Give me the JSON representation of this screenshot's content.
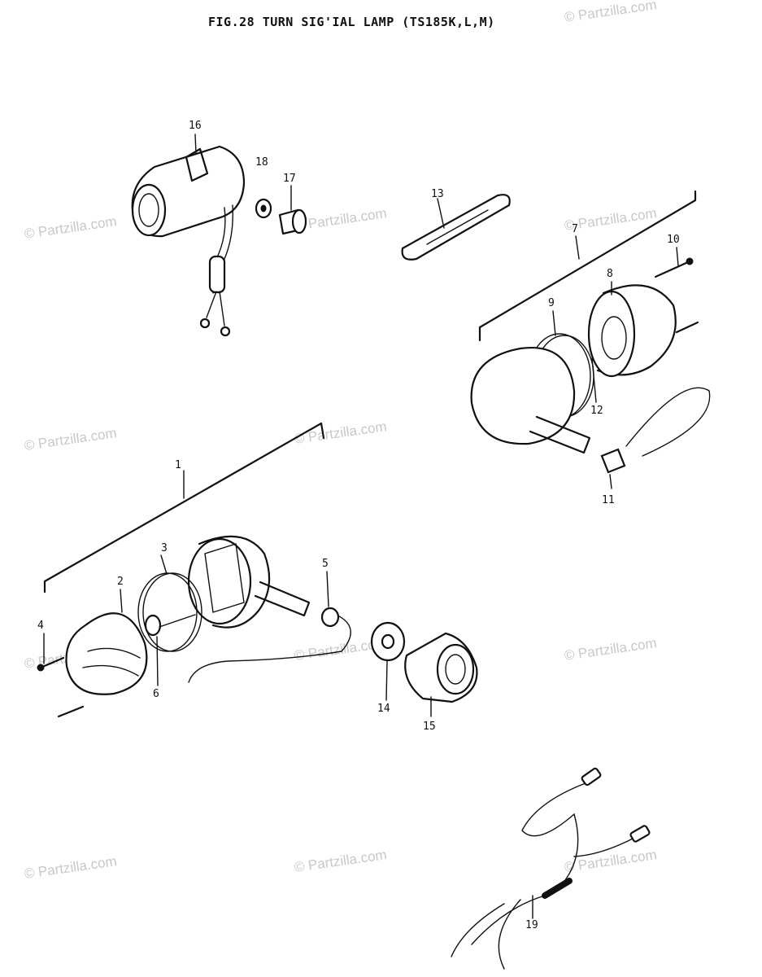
{
  "title": "FIG.28 TURN SIG'IAL LAMP (TS185K,L,M)",
  "watermark": "© Partzilla.com",
  "callouts": {
    "c1": "1",
    "c2": "2",
    "c3": "3",
    "c4": "4",
    "c5": "5",
    "c6": "6",
    "c7": "7",
    "c8": "8",
    "c9": "9",
    "c10": "10",
    "c11": "11",
    "c12": "12",
    "c13": "13",
    "c14": "14",
    "c15": "15",
    "c16": "16",
    "c17": "17",
    "c18": "18",
    "c19": "19"
  },
  "colors": {
    "ink": "#111111",
    "watermark": "#c8c8c8",
    "background": "#ffffff"
  }
}
